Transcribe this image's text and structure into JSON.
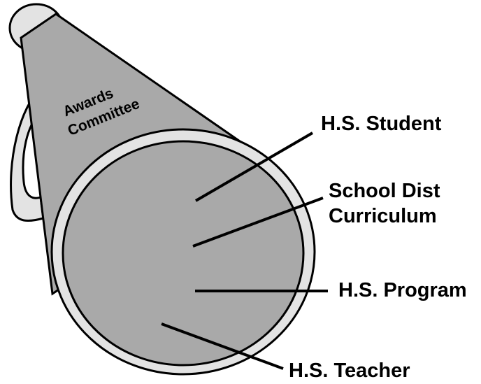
{
  "cone": {
    "line1": "Awards",
    "line2": "Committee"
  },
  "labels": {
    "student": "H.S. Student",
    "curriculum_line1": "School Dist",
    "curriculum_line2": "Curriculum",
    "program": "H.S. Program",
    "teacher": "H.S. Teacher"
  },
  "colors": {
    "body_gray": "#a9a9a9",
    "rim_light": "#e3e3e3",
    "outline": "#000000"
  }
}
